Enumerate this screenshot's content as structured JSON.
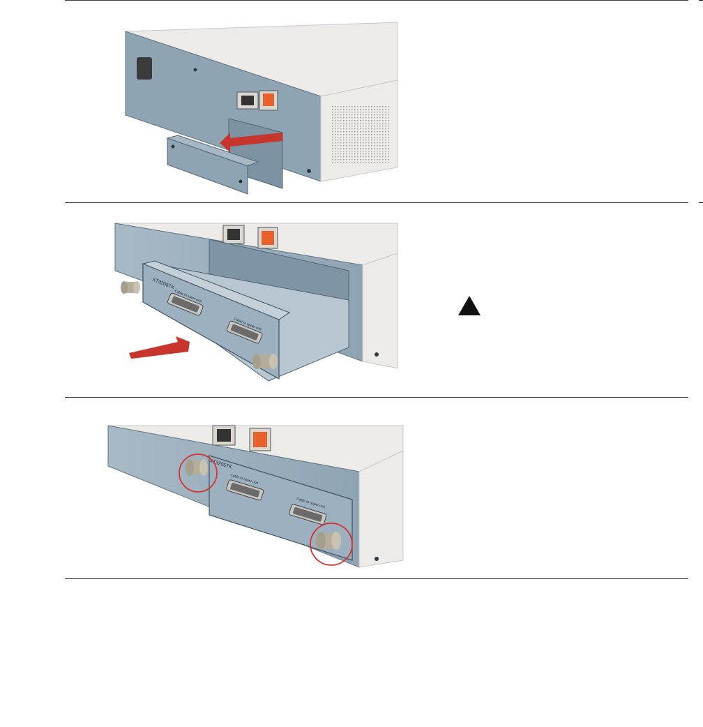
{
  "steps": [
    {
      "id": "remove-blank-plate",
      "callouts": [],
      "has_warning": false
    },
    {
      "id": "insert-card",
      "card_label": "XT3205TK",
      "port_label_left": "Cable to lower unit",
      "port_label_right": "Cable to upper unit",
      "has_warning": true
    },
    {
      "id": "tighten-thumbscrews",
      "card_label": "XT3205TK",
      "port_label_left": "Cable to lower unit",
      "port_label_right": "Cable to upper unit",
      "has_warning": false
    }
  ],
  "colors": {
    "chassis_face": "#8fa4b3",
    "chassis_top": "#ecebe7",
    "arrow": "#c8352c",
    "highlight_circle": "#d6322d",
    "power_orange": "#e8602a"
  },
  "icons": {
    "warning": "warning-triangle-icon"
  }
}
